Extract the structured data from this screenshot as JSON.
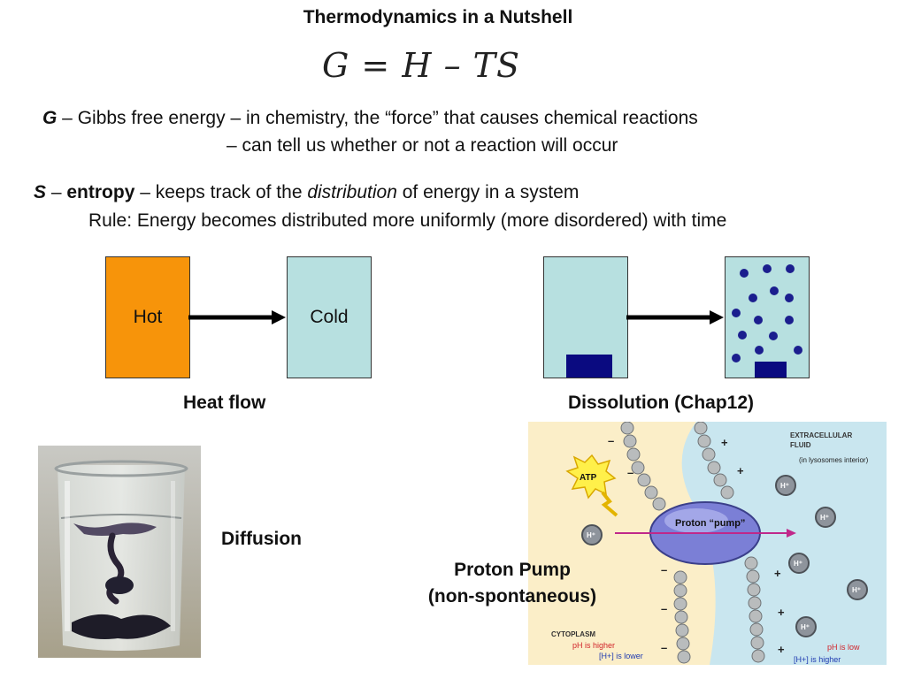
{
  "title": "Thermodynamics in a Nutshell",
  "equation": "G = H – TS",
  "gibbs": {
    "symbol": "G",
    "line1": " – Gibbs free energy – in chemistry, the “force” that causes chemical reactions",
    "line2": "– can tell us whether or not a reaction will occur"
  },
  "entropy": {
    "symbol": "S",
    "dash": " – ",
    "word": "entropy",
    "text_a": " – keeps track of the ",
    "emph": "distribution",
    "text_b": " of energy in a system",
    "rule": "Rule:  Energy becomes distributed more uniformly (more disordered) with time"
  },
  "heat_flow": {
    "hot_label": "Hot",
    "cold_label": "Cold",
    "caption": "Heat flow",
    "colors": {
      "hot": "#f7940a",
      "cold": "#b7e0e0"
    }
  },
  "dissolution": {
    "caption": "Dissolution (Chap12)",
    "colors": {
      "liquid": "#b7e0e0",
      "solute": "#0a0a80"
    }
  },
  "diffusion": {
    "caption": "Diffusion"
  },
  "proton_pump": {
    "caption_line1": "Proton Pump",
    "caption_line2": "(non-spontaneous)",
    "extracellular_line1": "Extracellular",
    "extracellular_line2": "fluid",
    "lysosome_note": "(in lysosomes interior)",
    "atp": "ATP",
    "pump_label": "Proton “pump”",
    "ion": "H⁺",
    "cytoplasm": "Cytoplasm",
    "cyto_ph": "pH is higher",
    "cyto_h": "[H+] is lower",
    "extra_ph": "pH is low",
    "extra_h": "[H+] is higher"
  }
}
